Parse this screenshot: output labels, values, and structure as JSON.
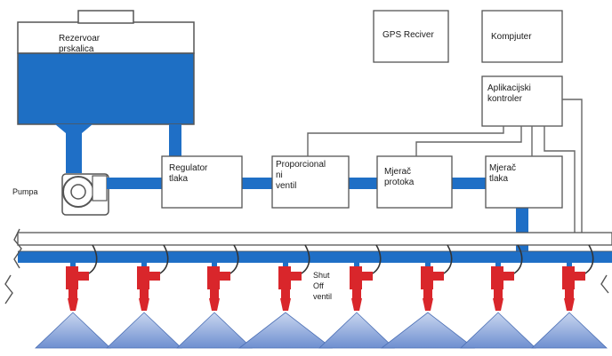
{
  "diagram": {
    "reservoir_label": "Rezervoar\nprskalica",
    "pump_label": "Pumpa",
    "gps_label": "GPS Reciver",
    "computer_label": "Kompjuter",
    "app_controller_label": "Aplikacijski\nkontroler",
    "pressure_regulator_label": "Regulator\ntlaka",
    "proportional_valve_label": "Proporcional\nni\nventil",
    "flow_meter_label": "Mjerač\nprotoka",
    "pressure_meter_label": "Mjerač\ntlaka",
    "shutoff_label": "Shut\nOff\nventil"
  },
  "nozzle_count": 8,
  "colors": {
    "pipe_blue": "#1f6fc6",
    "liquid_blue": "#1e6fc4",
    "valve_red": "#d9262b",
    "spray_fill": "#7f9fd8",
    "line_gray": "#555555"
  }
}
